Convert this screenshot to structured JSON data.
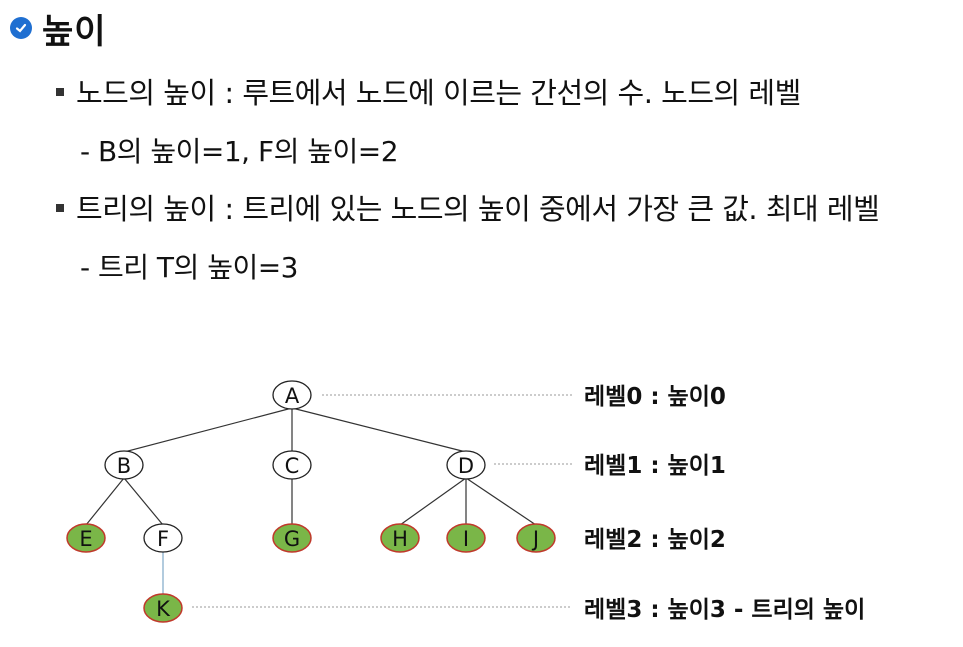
{
  "heading": {
    "icon": "check-circle-icon",
    "title": "높이"
  },
  "items": [
    {
      "text": "노드의 높이 : 루트에서 노드에 이르는 간선의 수. 노드의 레벨",
      "sub": "- B의 높이=1,  F의 높이=2"
    },
    {
      "text": "트리의 높이 : 트리에 있는 노드의 높이 중에서 가장 큰 값. 최대 레벨",
      "sub": "- 트리 T의 높이=3"
    }
  ],
  "tree": {
    "nodes": {
      "A": "A",
      "B": "B",
      "C": "C",
      "D": "D",
      "E": "E",
      "F": "F",
      "G": "G",
      "H": "H",
      "I": "I",
      "J": "J",
      "K": "K"
    },
    "highlight_color": "#7ab648",
    "levels": [
      "레벨0 : 높이0",
      "레벨1 : 높이1",
      "레벨2 : 높이2",
      "레벨3 : 높이3  -  트리의 높이"
    ]
  }
}
